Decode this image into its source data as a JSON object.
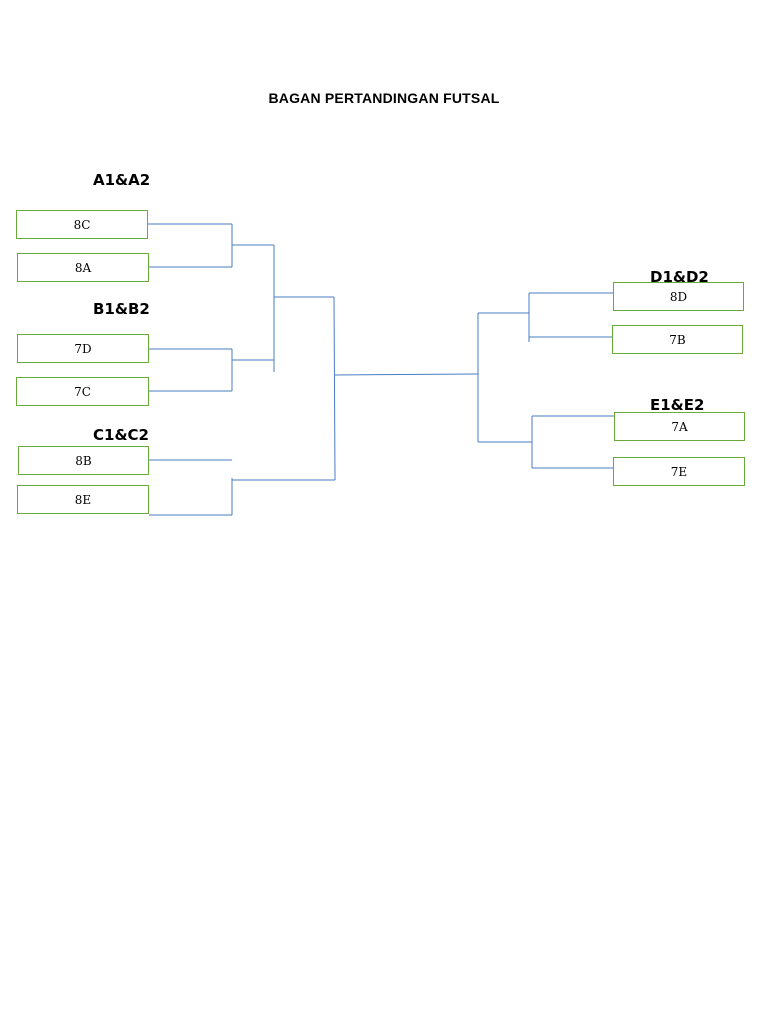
{
  "title": "BAGAN PERTANDINGAN FUTSAL",
  "line_color": "#4a7cc4",
  "box_border_color": "#6aaa3a",
  "groups": {
    "a": {
      "label": "A1&A2",
      "teams": [
        "8C",
        "8A"
      ]
    },
    "b": {
      "label": "B1&B2",
      "teams": [
        "7D",
        "7C"
      ]
    },
    "c": {
      "label": "C1&C2",
      "teams": [
        "8B",
        "8E"
      ]
    },
    "d": {
      "label": "D1&D2",
      "teams": [
        "8D",
        "7B"
      ]
    },
    "e": {
      "label": "E1&E2",
      "teams": [
        "7A",
        "7E"
      ]
    }
  }
}
